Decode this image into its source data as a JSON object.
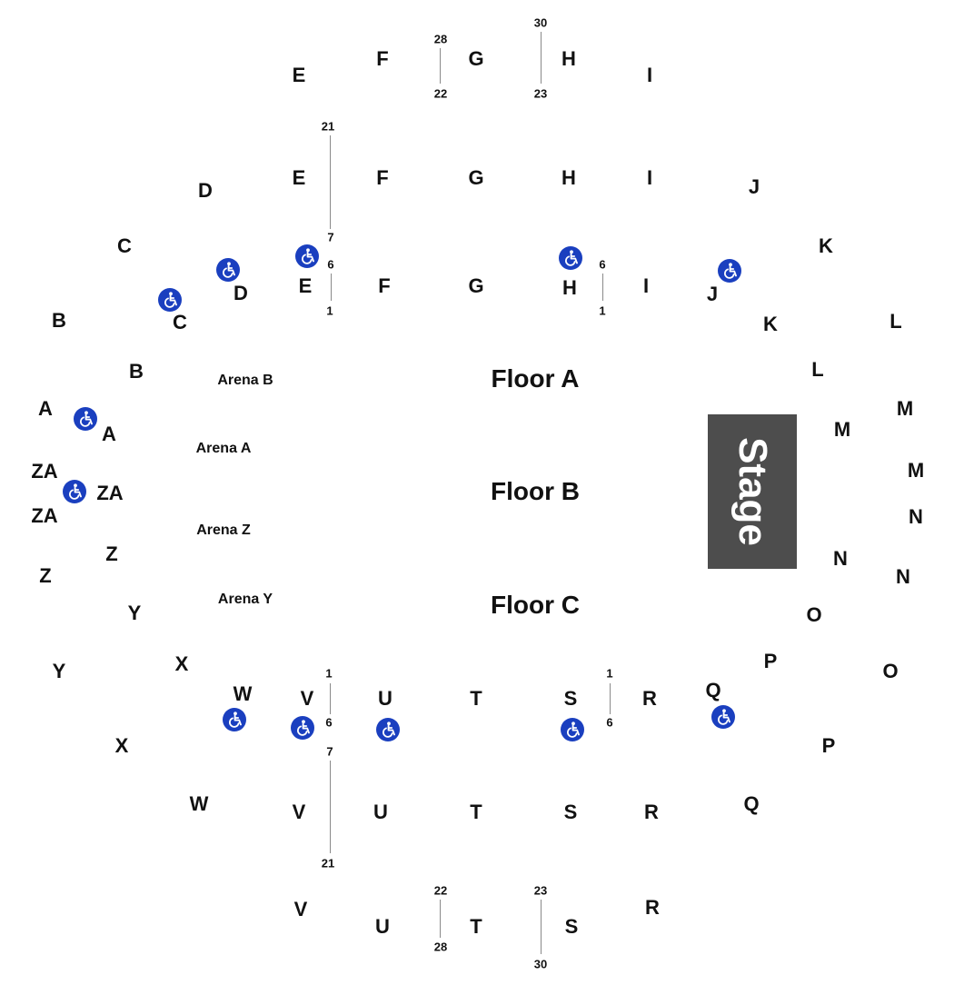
{
  "colors": {
    "accessible": "#1a3fbf",
    "stage": "#4d4d4d",
    "divider": "#8a8a8a"
  },
  "stage": {
    "label": "Stage"
  },
  "floors": [
    "Floor A",
    "Floor B",
    "Floor C"
  ],
  "arenas": [
    "Arena B",
    "Arena A",
    "Arena Z",
    "Arena Y"
  ],
  "sections": [
    "E",
    "F",
    "G",
    "H",
    "I",
    "E",
    "F",
    "G",
    "H",
    "I",
    "J",
    "D",
    "C",
    "K",
    "E",
    "F",
    "G",
    "H",
    "I",
    "J",
    "D",
    "C",
    "K",
    "L",
    "B",
    "B",
    "L",
    "A",
    "A",
    "M",
    "M",
    "ZA",
    "ZA",
    "M",
    "ZA",
    "N",
    "Z",
    "N",
    "Z",
    "N",
    "Y",
    "O",
    "Y",
    "X",
    "P",
    "O",
    "W",
    "V",
    "U",
    "T",
    "S",
    "R",
    "Q",
    "X",
    "P",
    "W",
    "V",
    "U",
    "T",
    "S",
    "R",
    "Q",
    "V",
    "U",
    "T",
    "S",
    "R"
  ],
  "row_numbers": [
    "28",
    "22",
    "30",
    "23",
    "21",
    "7",
    "6",
    "1",
    "6",
    "1",
    "1",
    "6",
    "7",
    "21",
    "1",
    "6",
    "22",
    "28",
    "23",
    "30"
  ],
  "accessible_icon": "wheelchair-icon"
}
